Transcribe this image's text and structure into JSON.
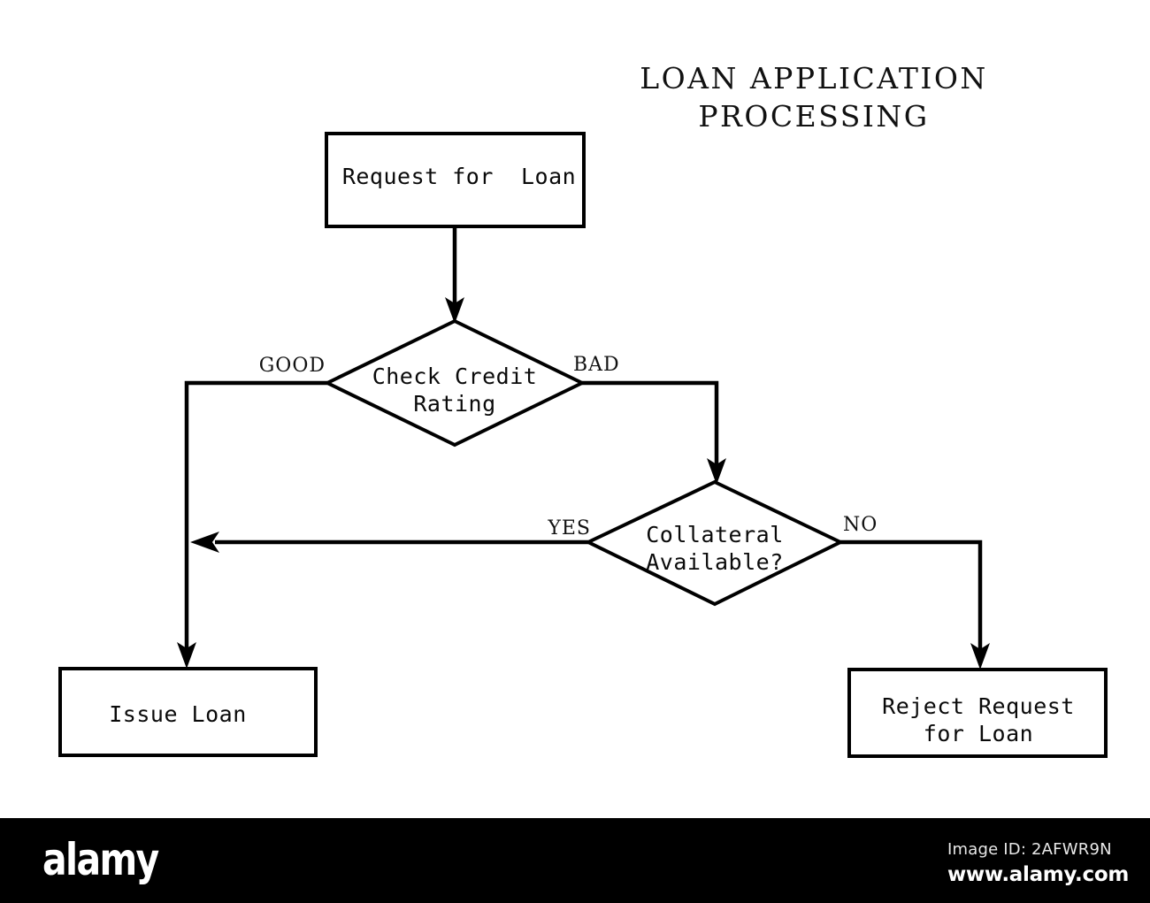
{
  "diagram": {
    "title": "LOAN APPLICATION\nPROCESSING",
    "title_line1": "LOAN APPLICATION",
    "title_line2": "PROCESSING",
    "type": "flowchart",
    "stroke_color": "#000000",
    "fill_color": "#ffffff",
    "background": "#ffffff",
    "nodes": [
      {
        "id": "request",
        "shape": "process",
        "label": "Request for  Loan",
        "label_lines": [
          "Request for  Loan"
        ]
      },
      {
        "id": "check-credit",
        "shape": "decision",
        "label": "Check Credit Rating",
        "label_lines": [
          "Check Credit",
          "Rating"
        ]
      },
      {
        "id": "collateral",
        "shape": "decision",
        "label": "Collateral Available?",
        "label_lines": [
          "Collateral",
          "Available?"
        ]
      },
      {
        "id": "issue-loan",
        "shape": "process",
        "label": "Issue Loan",
        "label_lines": [
          "Issue Loan"
        ]
      },
      {
        "id": "reject",
        "shape": "process",
        "label": "Reject Request for Loan",
        "label_lines": [
          "Reject Request",
          "for Loan"
        ]
      }
    ],
    "edges": [
      {
        "id": "request-to-check",
        "from": "request",
        "to": "check-credit",
        "label": ""
      },
      {
        "id": "check-good",
        "from": "check-credit",
        "to": "issue-loan",
        "label": "GOOD"
      },
      {
        "id": "check-bad",
        "from": "check-credit",
        "to": "collateral",
        "label": "BAD"
      },
      {
        "id": "collateral-yes",
        "from": "collateral",
        "to": "issue-loan",
        "label": "YES"
      },
      {
        "id": "collateral-no",
        "from": "collateral",
        "to": "reject",
        "label": "NO"
      }
    ]
  },
  "footer": {
    "logo": "alamy",
    "image_id": "Image ID: 2AFWR9N",
    "url": "www.alamy.com",
    "background": "#000000",
    "text_color": "#ffffff"
  }
}
